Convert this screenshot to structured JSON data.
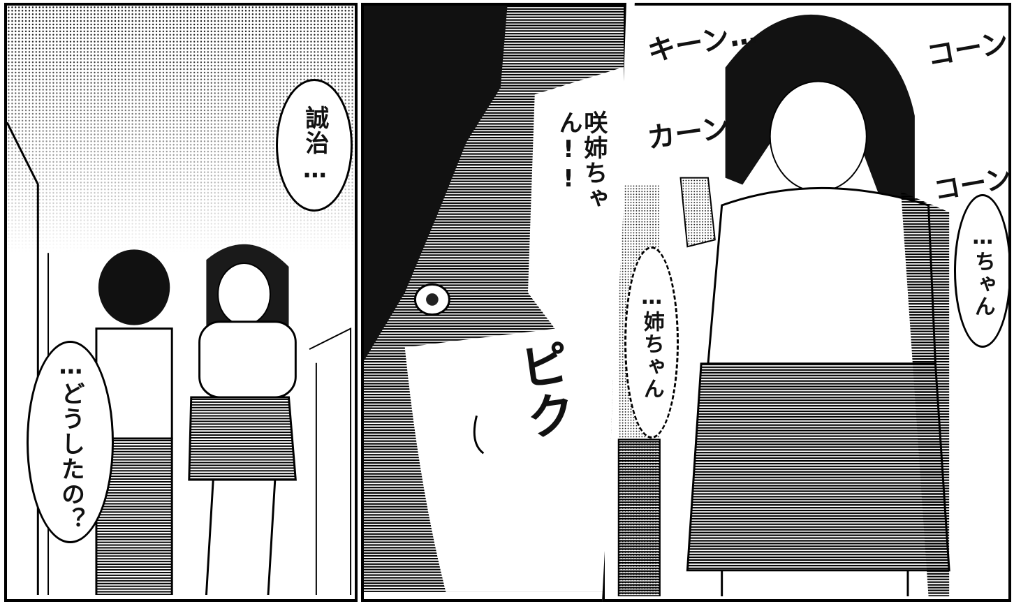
{
  "panels": {
    "left": {
      "bubble_top": "誠治…",
      "bubble_bottom": "…どうしたの？"
    },
    "middle": {
      "caption": "咲姉ちゃん!!",
      "sfx": "ピク"
    },
    "right": {
      "bubble_right": "…ちゃん",
      "bubble_left": "…姉ちゃん",
      "sfx_top_left": "キーン…",
      "sfx_top_right": "コーン",
      "sfx_mid_left": "カーン",
      "sfx_mid_right": "コーン"
    }
  },
  "colors": {
    "ink": "#000000",
    "paper": "#ffffff",
    "tone": "#9a9a9a"
  }
}
